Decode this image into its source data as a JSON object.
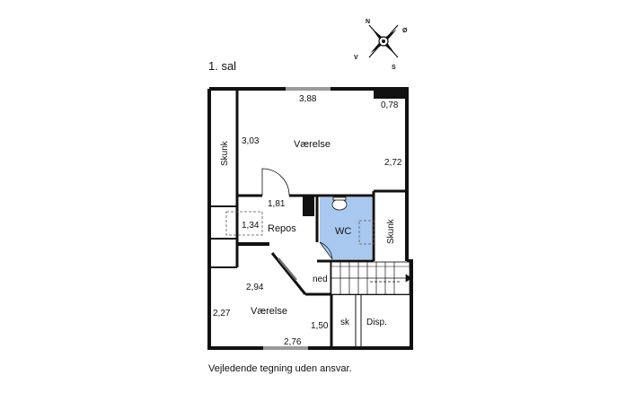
{
  "floor_title": "1. sal",
  "caption": "Vejledende tegning uden ansvar.",
  "compass": {
    "north": "N",
    "east": "Ø",
    "south": "S",
    "west": "V"
  },
  "rooms": {
    "room_top": "Værelse",
    "room_bottom": "Værelse",
    "hall": "Repos",
    "toilet": "WC",
    "storage_left": "Skunk",
    "storage_right": "Skunk",
    "stairs": "ned",
    "closet": "sk",
    "cupboard": "Disp."
  },
  "dimensions": {
    "top_width": "3,88",
    "top_corner": "0,78",
    "top_left_height": "3,03",
    "top_right_height": "2,72",
    "door_gap": "1,81",
    "hall_left": "1,34",
    "bottom_room_depth": "2,94",
    "bottom_left_height": "2,27",
    "bottom_middle": "1,50",
    "bottom_width": "2,76"
  },
  "colors": {
    "wall": "#111111",
    "toilet_fill": "#a9c8ef",
    "window": "#9a9a9a"
  }
}
